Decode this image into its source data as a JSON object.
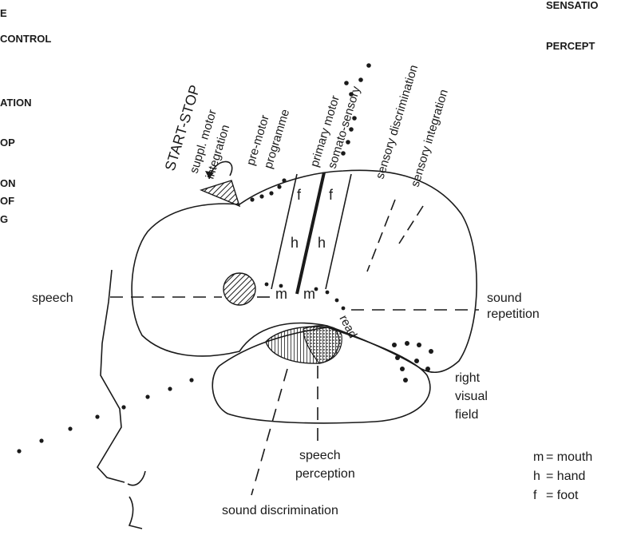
{
  "left_margin_fragments": [
    "E",
    "CONTROL",
    "ATION",
    "OP",
    "ON",
    "OF",
    "G"
  ],
  "right_margin_fragments": [
    "SENSATIO",
    "PERCEPT"
  ],
  "areas": {
    "start_stop": "START-STOP",
    "suppl_motor": "suppl. motor",
    "integration_1": "integration",
    "pre_motor": "pre-motor",
    "programme": "programme",
    "primary_motor": "primary motor",
    "somato_sensory": "somato-sensory",
    "sensory_discrimination": "sensory discrimination",
    "sensory_integration": "sensory integration"
  },
  "strip_letters": {
    "f": "f",
    "h": "h",
    "m": "m"
  },
  "functions": {
    "speech": "speech",
    "sound": "sound",
    "repetition": "repetition",
    "read": "read",
    "right": "right",
    "visual": "visual",
    "field": "field",
    "speech2": "speech",
    "perception": "perception",
    "sound_discrimination": "sound discrimination"
  },
  "legend": [
    {
      "key": "m",
      "value": "= mouth"
    },
    {
      "key": "h",
      "value": " = hand"
    },
    {
      "key": "f",
      "value": " = foot"
    }
  ]
}
